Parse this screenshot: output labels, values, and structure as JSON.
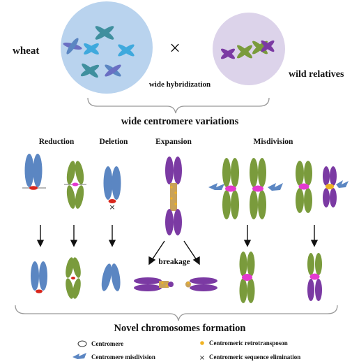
{
  "labels": {
    "wheat": "wheat",
    "cross": "×",
    "wild_relatives": "wild relatives",
    "wide_hybridization": "wide hybridization",
    "variations_title": "wide centromere variations",
    "reduction": "Reduction",
    "deletion": "Deletion",
    "expansion": "Expansion",
    "misdivision": "Misdivision",
    "breakage": "breakage",
    "formation_title": "Novel chromosomes formation"
  },
  "legend": {
    "centromere": "Centromere",
    "centromere_misdivision": "Centromere misdivision",
    "retrotransposon": "Centromeric retrotransposon",
    "sequence_elimination": "Centromeric sequence elimination"
  },
  "colors": {
    "blue": "#5b86c2",
    "blue_bright": "#3fa9dd",
    "teal": "#3f8f9e",
    "green": "#7a9b3c",
    "purple": "#7b3aa3",
    "centromere_red": "#d9261c",
    "centromere_magenta": "#e43ad0",
    "retrotransposon": "#f0b323",
    "wheat_circle": "#b9d3ee",
    "wild_circle": "#dcd3ea",
    "bracket": "#999999"
  }
}
